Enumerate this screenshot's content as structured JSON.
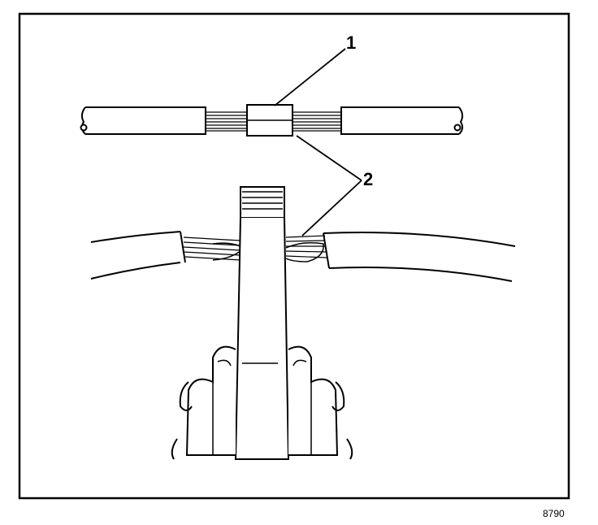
{
  "callouts": [
    {
      "id": "1",
      "label": "1"
    },
    {
      "id": "2",
      "label": "2"
    }
  ],
  "figure_number": "8790",
  "colors": {
    "ink": "#000000",
    "paper": "#ffffff"
  }
}
